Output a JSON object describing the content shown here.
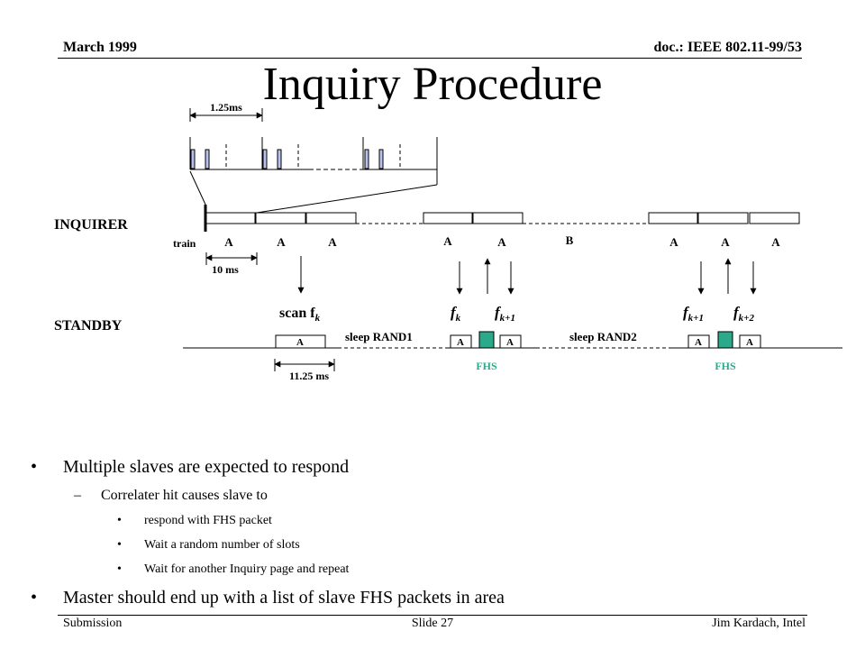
{
  "header": {
    "date": "March 1999",
    "doc": "doc.: IEEE 802.11-99/53"
  },
  "title": "Inquiry Procedure",
  "diagram": {
    "top_interval_label": "1.25ms",
    "inquirer_label": "INQUIRER",
    "standby_label": "STANDBY",
    "train_label": "train",
    "slot_label_a": "A",
    "slot_label_b": "B",
    "train_interval_label": "10 ms",
    "scan_label": "scan f",
    "scan_sub": "k",
    "f_letter": "f",
    "sub_k": "k",
    "sub_k1": "k+1",
    "sub_k2": "k+2",
    "sleep1_label": "sleep  RAND1",
    "sleep2_label": "sleep  RAND2",
    "standby_packet_label": "A",
    "fhs_label": "FHS",
    "scan_interval_label": "11.25 ms",
    "fhs_color": "#2aaa8a",
    "pulse_color": "#b8c0ee"
  },
  "bullets": {
    "item1": "Multiple slaves are expected to respond",
    "sub1": "Correlater hit causes slave to",
    "subsub1": "respond with FHS packet",
    "subsub2": "Wait a random number of slots",
    "subsub3": "Wait for another Inquiry page and repeat",
    "item2": "Master should end up with a list of slave FHS packets in area"
  },
  "footer": {
    "left": "Submission",
    "center": "Slide 27",
    "right": "Jim Kardach, Intel"
  }
}
